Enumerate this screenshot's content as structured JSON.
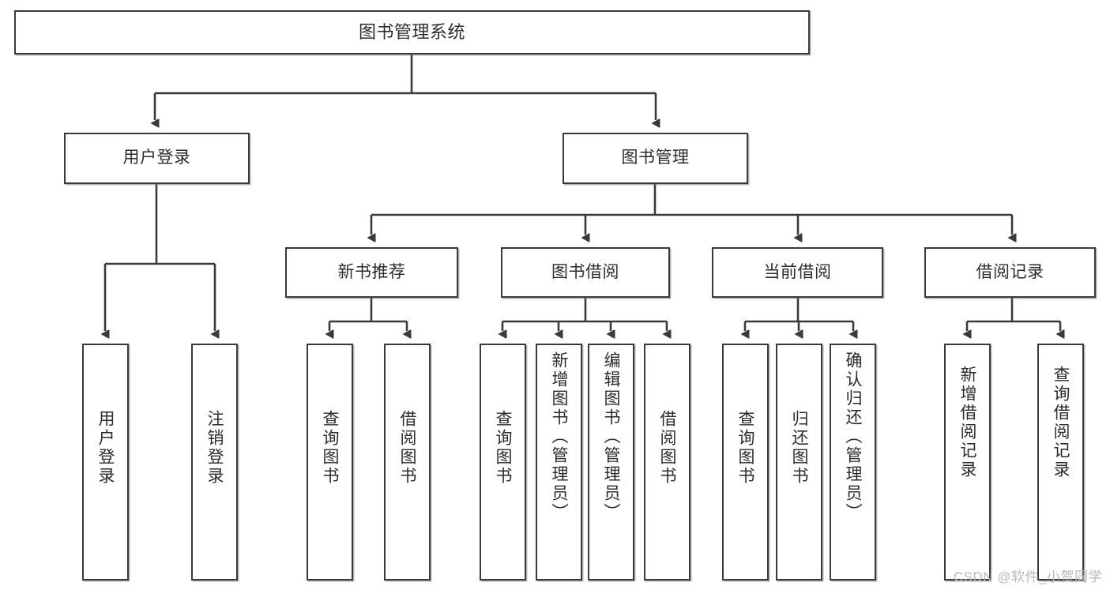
{
  "diagram": {
    "type": "tree-hierarchy",
    "title": "图书管理系统",
    "watermark": "CSDN @软件_小贺同学",
    "colors": {
      "box_border": "#3a3a3a",
      "box_fill": "#ffffff",
      "text": "#2b2b2b",
      "edge": "#3a3a3a",
      "watermark": "#b9b9b9",
      "background": "#ffffff"
    },
    "levels": {
      "root": {
        "label": "图书管理系统"
      },
      "level2": [
        {
          "id": "user-login",
          "label": "用户登录"
        },
        {
          "id": "book-manage",
          "label": "图书管理"
        }
      ],
      "level3": [
        {
          "id": "new-book-recommend",
          "label": "新书推荐"
        },
        {
          "id": "book-borrow",
          "label": "图书借阅"
        },
        {
          "id": "current-borrow",
          "label": "当前借阅"
        },
        {
          "id": "borrow-record",
          "label": "借阅记录"
        }
      ],
      "leaves": {
        "user_login": [
          {
            "id": "leaf-user-login",
            "label": "用户登录"
          },
          {
            "id": "leaf-logout-login",
            "label": "注销登录"
          }
        ],
        "new_book_recommend": [
          {
            "id": "leaf-query-book-1",
            "label": "查询图书"
          },
          {
            "id": "leaf-borrow-book-1",
            "label": "借阅图书"
          }
        ],
        "book_borrow": [
          {
            "id": "leaf-query-book-2",
            "label": "查询图书"
          },
          {
            "id": "leaf-add-book",
            "label": "新增图书（管理员）"
          },
          {
            "id": "leaf-edit-book",
            "label": "编辑图书（管理员）"
          },
          {
            "id": "leaf-borrow-book-2",
            "label": "借阅图书"
          }
        ],
        "current_borrow": [
          {
            "id": "leaf-query-book-3",
            "label": "查询图书"
          },
          {
            "id": "leaf-return-book",
            "label": "归还图书"
          },
          {
            "id": "leaf-confirm-return",
            "label": "确认归还（管理员）"
          }
        ],
        "borrow_record": [
          {
            "id": "leaf-add-record",
            "label": "新增借阅记录"
          },
          {
            "id": "leaf-query-record",
            "label": "查询借阅记录"
          }
        ]
      }
    }
  }
}
